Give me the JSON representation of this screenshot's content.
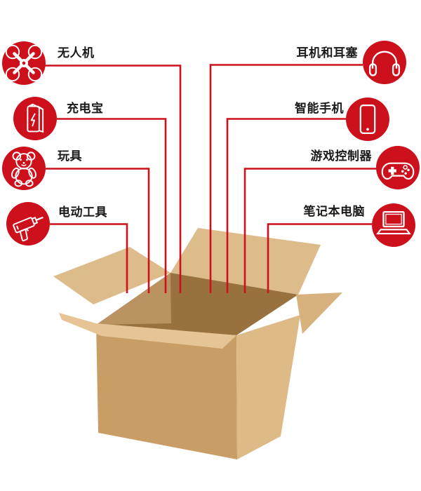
{
  "palette": {
    "red": "#cc111c",
    "label_text": "#1a1a1a",
    "box_flap": "#ddbc8c",
    "box_flap_front": "#e6c496",
    "box_flap_right": "#d8b27e",
    "box_front_wall": "#c99e66",
    "box_right_wall": "#deba87",
    "box_interior": "#99713f",
    "box_interior_left": "#bb9261"
  },
  "items_left": [
    {
      "label": "无人机",
      "icon": "drone-icon"
    },
    {
      "label": "充电宝",
      "icon": "power-bank-icon"
    },
    {
      "label": "玩具",
      "icon": "teddy-bear-icon"
    },
    {
      "label": "电动工具",
      "icon": "power-drill-icon"
    }
  ],
  "items_right": [
    {
      "label": "耳机和耳塞",
      "icon": "headphones-icon"
    },
    {
      "label": "智能手机",
      "icon": "smartphone-icon"
    },
    {
      "label": "游戏控制器",
      "icon": "game-controller-icon"
    },
    {
      "label": "笔记本电脑",
      "icon": "laptop-icon"
    }
  ],
  "box": {
    "name": "open-cardboard-box"
  }
}
